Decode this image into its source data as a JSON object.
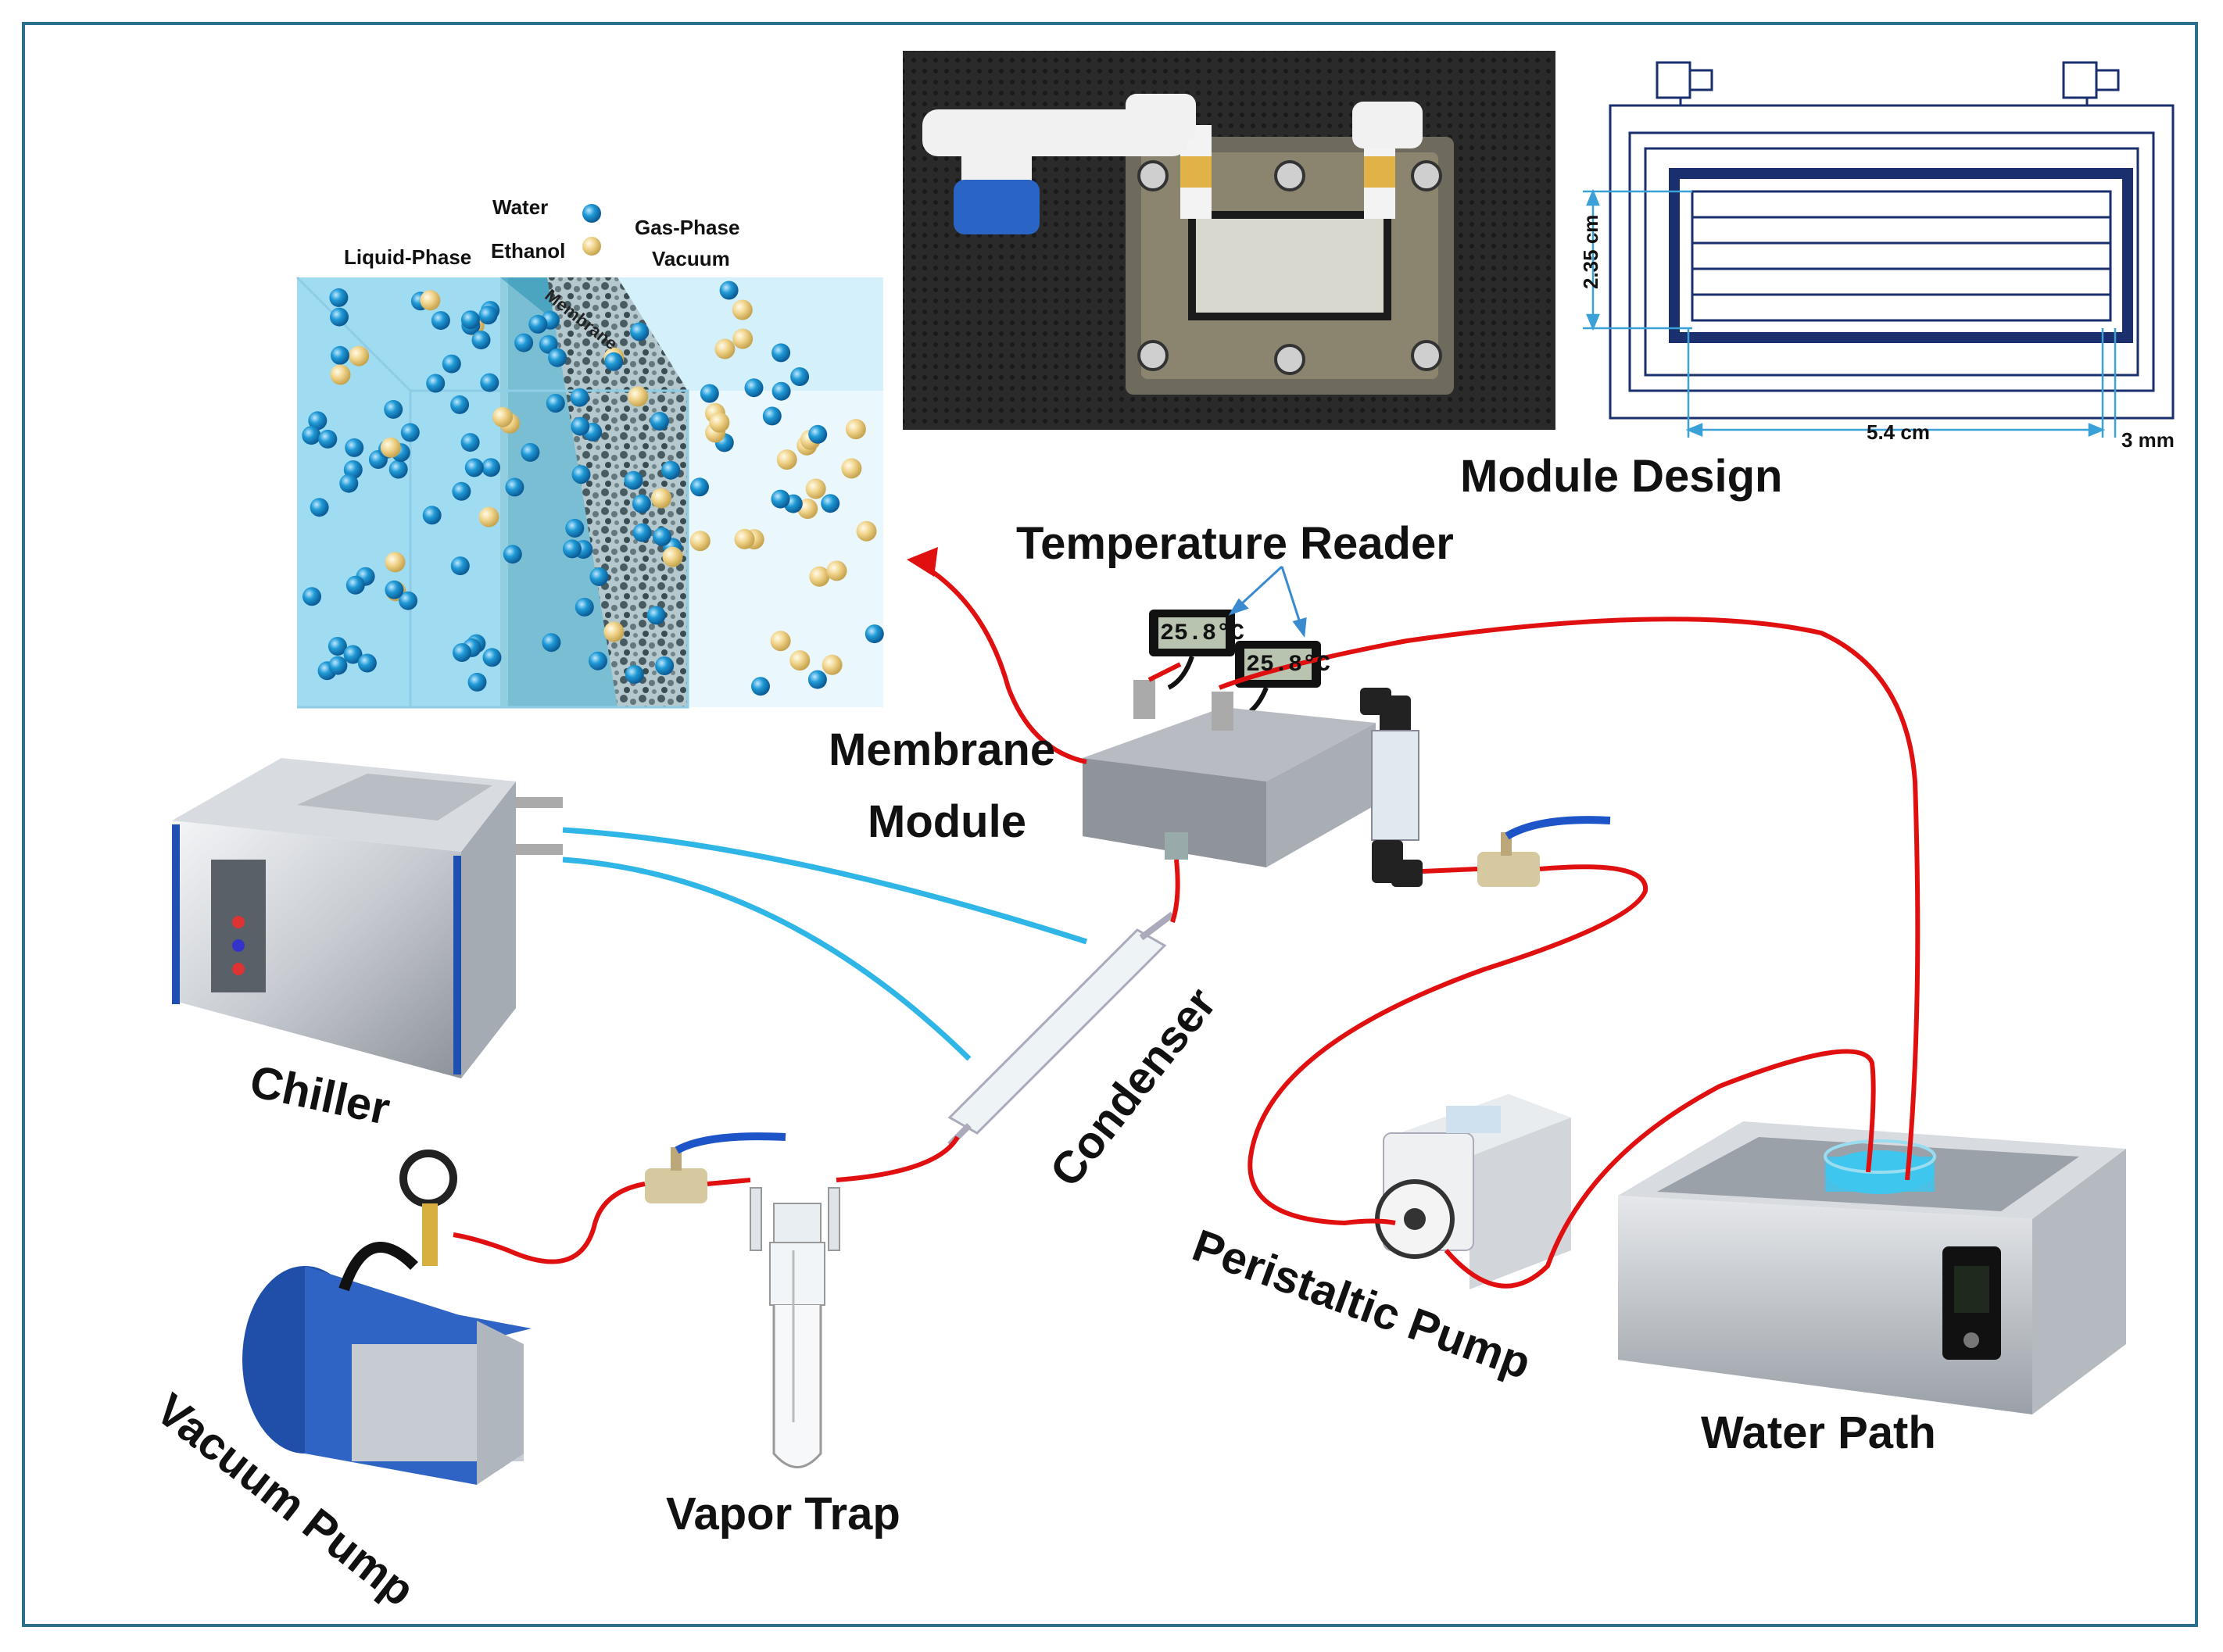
{
  "labels": {
    "water": "Water",
    "ethanol": "Ethanol",
    "liquid_phase": "Liquid-Phase",
    "gas_phase": "Gas-Phase",
    "vacuum": "Vacuum",
    "membrane_layer": "Membrane",
    "module_design": "Module Design",
    "temperature_reader": "Temperature Reader",
    "membrane_module_line1": "Membrane",
    "membrane_module_line2": "Module",
    "chiller": "Chiller",
    "condenser": "Condenser",
    "vacuum_pump": "Vacuum Pump",
    "vapor_trap": "Vapor Trap",
    "peristaltic_pump": "Peristaltic Pump",
    "water_path": "Water Path"
  },
  "dimensions": {
    "height": "2.35 cm",
    "length": "5.4 cm",
    "gap": "3 mm"
  },
  "thermometer_readouts": [
    "25.8°C",
    "25.8°C"
  ],
  "colors": {
    "frame": "#2b6f8c",
    "hot_line": "#e01010",
    "cold_line": "#2fb6e6",
    "water_ball": "#1f9ad6",
    "ethanol_ball": "#f0d38a",
    "module_line": "#1a2f6e",
    "dim_line": "#3aa0d8"
  }
}
